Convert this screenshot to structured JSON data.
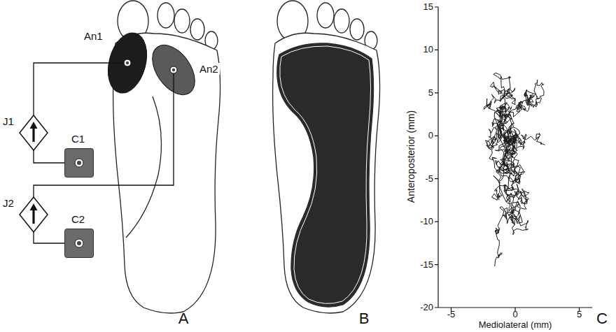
{
  "diagram": {
    "nodes": [
      {
        "text": [
          "An1"
        ]
      },
      {
        "text": [
          "An2"
        ]
      },
      {
        "text": [
          "J1"
        ]
      },
      {
        "text": [
          "C1"
        ]
      },
      {
        "text": [
          "J2"
        ]
      },
      {
        "text": [
          "C2"
        ]
      }
    ],
    "edges": [
      {
        "from": 2,
        "to": 0,
        "arrow": "none"
      },
      {
        "from": 2,
        "to": 3,
        "arrow": "none"
      },
      {
        "from": 4,
        "to": 1,
        "arrow": "none"
      },
      {
        "from": 4,
        "to": 5,
        "arrow": "none"
      }
    ],
    "labels": [
      "A",
      "B",
      "15",
      "10",
      "5",
      "0",
      "-5",
      "-10",
      "-15",
      "-20",
      "-5",
      "0",
      "5",
      "Anteroposterior (mm)",
      "Mediolateral (mm)",
      "C"
    ]
  }
}
